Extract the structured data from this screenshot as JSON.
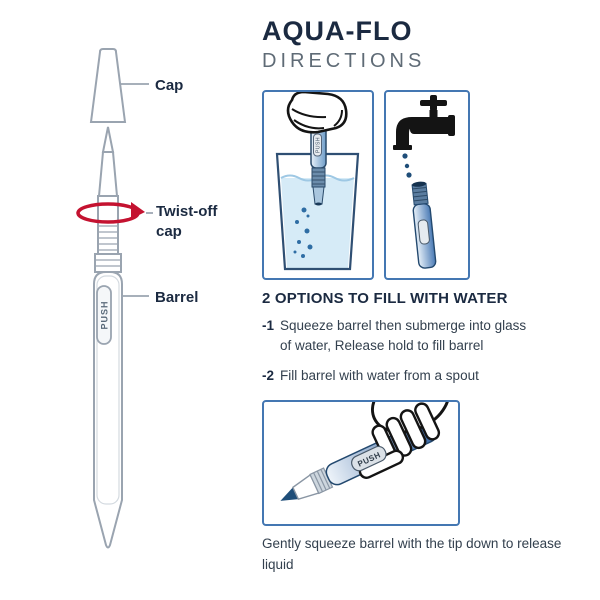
{
  "header": {
    "title": "AQUA-FLO",
    "subtitle": "DIRECTIONS"
  },
  "pen_diagram": {
    "cap_label": "Cap",
    "twist_label": "Twist-off cap",
    "barrel_label": "Barrel",
    "push_label": "PUSH"
  },
  "panels": {
    "glass_push_label": "PUSH",
    "squeeze_push_label": "PUSH"
  },
  "instructions": {
    "heading": "2 OPTIONS TO FILL WITH WATER",
    "steps": [
      {
        "num": "-1",
        "text": "Squeeze barrel then submerge into glass of water, Release hold to fill barrel"
      },
      {
        "num": "-2",
        "text": "Fill barrel with water from a spout"
      }
    ],
    "caption": "Gently squeeze barrel with the tip down to release liquid"
  },
  "colors": {
    "navy_text": "#1b2a41",
    "subtitle_gray": "#5f6b76",
    "panel_border": "#4477b2",
    "pen_outline": "#9aa4b0",
    "arrow_red": "#c41230",
    "water_blue": "#d6ebf7",
    "pen_blue": "#2f5f9e",
    "drop_blue": "#1f4e79"
  }
}
